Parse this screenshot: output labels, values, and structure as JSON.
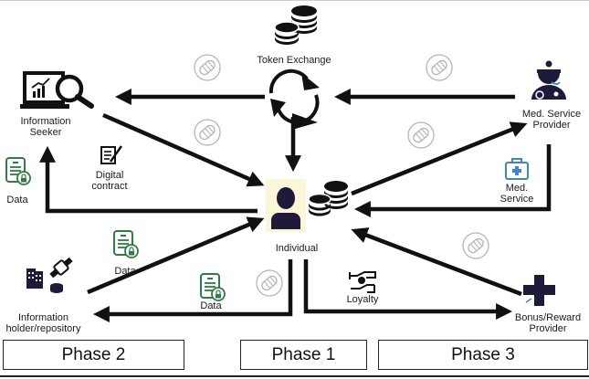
{
  "title": "Token exchange phases diagram",
  "nodes": {
    "token_exchange": {
      "label": "Token Exchange",
      "icon": "coins-icon"
    },
    "information_seeker": {
      "label_line1": "Information",
      "label_line2": "Seeker",
      "icon": "laptop-analytics-search-icon"
    },
    "med_service_provider": {
      "label_line1": "Med. Service",
      "label_line2": "Provider",
      "icon": "doctor-icon"
    },
    "individual": {
      "label": "Individual",
      "icon": "person-with-coins-icon"
    },
    "information_holder": {
      "label_line1": "Information",
      "label_line2": "holder/repository",
      "icon": "building-watch-database-icon"
    },
    "bonus_reward_provider": {
      "label_line1": "Bonus/Reward",
      "label_line2": "Provider",
      "icon": "medical-cross-icon"
    }
  },
  "edge_labels": {
    "digital_contract": {
      "line1": "Digital",
      "line2": "contract",
      "icon": "contract-pen-icon"
    },
    "data_seeker": {
      "label": "Data",
      "icon": "secure-data-icon"
    },
    "data_holder_upper": {
      "label": "Data",
      "icon": "secure-data-icon"
    },
    "data_holder_lower": {
      "label": "Data",
      "icon": "secure-data-icon"
    },
    "med_service": {
      "line1": "Med.",
      "line2": "Service",
      "icon": "medical-kit-icon"
    },
    "loyalty": {
      "label": "Loyalty",
      "icon": "hands-heart-icon"
    }
  },
  "token_markers": {
    "icon": "token-badge-icon",
    "count": 6
  },
  "phases": [
    {
      "label": "Phase 2"
    },
    {
      "label": "Phase 1"
    },
    {
      "label": "Phase 3"
    }
  ],
  "colors": {
    "line": "#111111",
    "navy": "#1d1a3a",
    "data_green": "#2e7d44",
    "med_blue": "#3a86c8",
    "individual_bg": "#fbf6d8",
    "token_gray": "#b5b5b5"
  }
}
